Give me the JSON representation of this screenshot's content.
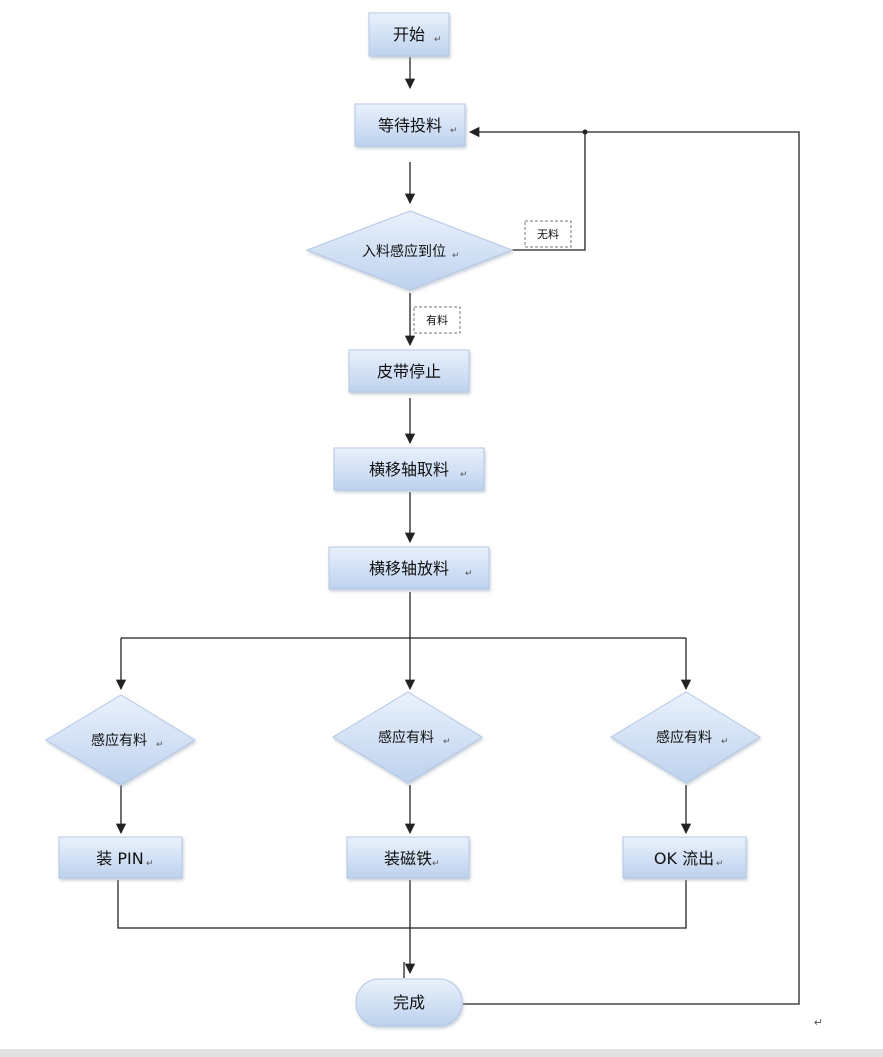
{
  "nodes": {
    "start": "开始",
    "wait_feed": "等待投料",
    "feed_sense": "入料感应到位",
    "belt_stop": "皮带停止",
    "pick": "横移轴取料",
    "place": "横移轴放料",
    "sense_left": "感应有料",
    "sense_mid": "感应有料",
    "sense_right": "感应有料",
    "install_pin": "装 PIN",
    "install_magnet": "装磁铁",
    "ok_out": "OK 流出",
    "done": "完成"
  },
  "labels": {
    "no_material": "无料",
    "has_material": "有料"
  },
  "marks": {
    "paragraph": "↵"
  },
  "colors": {
    "box_fill_top": "#e8f0fb",
    "box_fill_bottom": "#bcd0ee",
    "box_stroke": "#b5c8e3",
    "line": "#222222"
  }
}
